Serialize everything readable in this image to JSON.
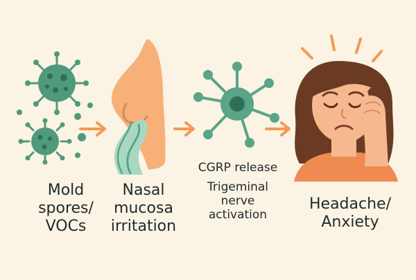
{
  "stages": [
    {
      "id": "mold",
      "lines": [
        "Mold",
        "spores/",
        "VOCs"
      ]
    },
    {
      "id": "nasal",
      "lines": [
        "Nasal",
        "mucosa",
        "irritation"
      ]
    },
    {
      "id": "cgrp",
      "lines": [
        "CGRP release",
        "Trigeminal",
        "nerve",
        "activation"
      ]
    },
    {
      "id": "head",
      "lines": [
        "Headache/",
        "Anxiety"
      ]
    }
  ],
  "colors": {
    "background": "#fbf3e4",
    "spore_green": "#4f9a7c",
    "spore_dark": "#2f6f57",
    "arrow_orange": "#f39a52",
    "nose_orange": "#f6b078",
    "mucus_green": "#a8d8c3",
    "neuron_green": "#5aa487",
    "hair_brown": "#6b3a22",
    "skin": "#f6b98f",
    "shirt_orange": "#ef8a52",
    "text": "#1f2a2b"
  },
  "icons": [
    "mold-spore-icon",
    "nose-icon",
    "neuron-icon",
    "headache-person-icon",
    "arrow-right-icon"
  ]
}
